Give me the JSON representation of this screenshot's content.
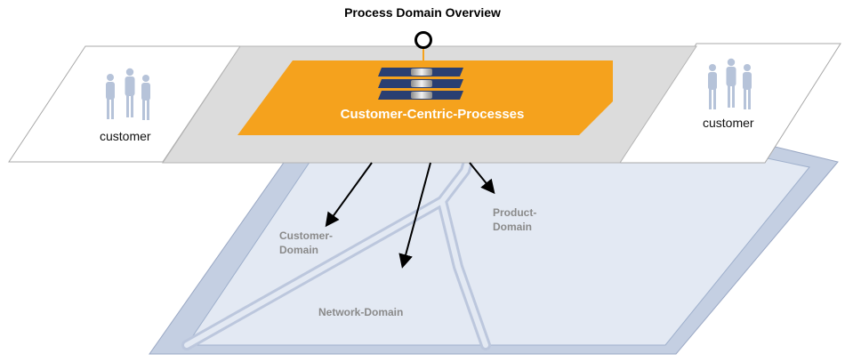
{
  "diagram": {
    "title": "Process Domain Overview",
    "customer_left_label": "customer",
    "customer_right_label": "customer",
    "process_label": "Customer-Centric-Processes",
    "domains": {
      "customer": {
        "line1": "Customer-",
        "line2": "Domain"
      },
      "product": {
        "line1": "Product-",
        "line2": "Domain"
      },
      "network": {
        "label": "Network-Domain"
      }
    },
    "colors": {
      "orange": "#f5a21d",
      "layer_gray": "#dcdcdc",
      "base_blue": "#c4cfe2",
      "base_inner": "#e3e9f3",
      "stack_navy": "#2a3f72",
      "person_blue": "#b6c3d9"
    },
    "icons": [
      "person-group-icon",
      "server-stack-icon",
      "connector-circle-icon"
    ]
  }
}
